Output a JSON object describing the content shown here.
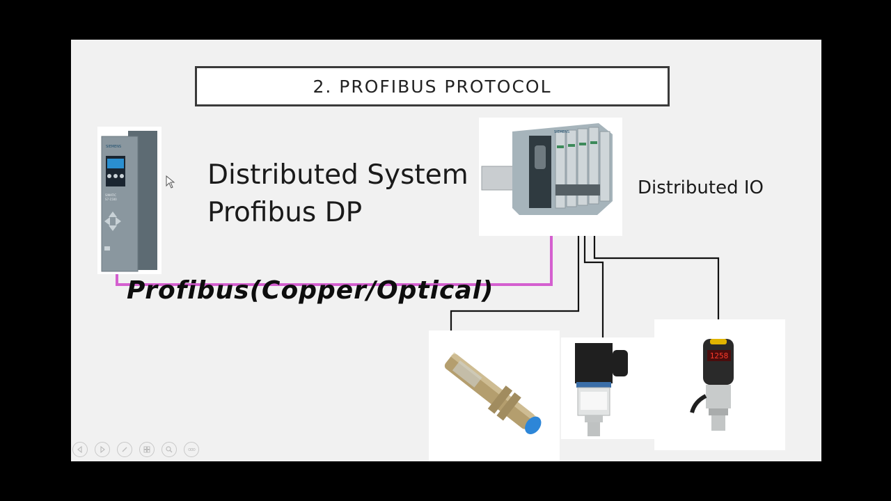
{
  "slide": {
    "title": "2. PROFIBUS PROTOCOL",
    "heading_line1": "Distributed System",
    "heading_line2": "Profibus DP",
    "distributed_io_label": "Distributed IO",
    "bus_label": "Profibus(Copper/Optical)"
  },
  "devices": {
    "plc_brand": "SIEMENS",
    "plc_model": "SIMATIC S7-1500",
    "io_brand": "SIEMENS",
    "pressure_display": "1258"
  },
  "toolbar": {
    "buttons": [
      "previous-slide",
      "next-slide",
      "pen-tool",
      "slide-sorter",
      "zoom",
      "more-options"
    ],
    "more_label": "ooo"
  },
  "colors": {
    "profibus_cable": "#d45fcf",
    "signal_wire": "#111111",
    "sensor_tip": "#2d86d8"
  }
}
